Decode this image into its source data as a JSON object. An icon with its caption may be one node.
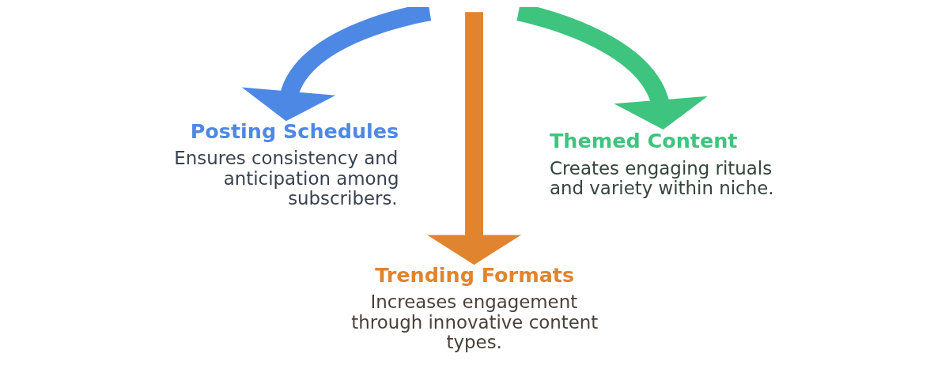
{
  "diagram": {
    "nodes": [
      {
        "text": [
          "Posting Schedules",
          "Ensures consistency and anticipation among subscribers."
        ]
      },
      {
        "text": [
          "Themed Content",
          "Creates engaging rituals and variety within niche."
        ]
      },
      {
        "text": [
          "Trending Formats",
          "Increases engagement through innovative content types."
        ]
      }
    ],
    "edges": [
      {
        "from": null,
        "to": 0,
        "arrow": "to",
        "color": "#4e88e5"
      },
      {
        "from": null,
        "to": 2,
        "arrow": "to",
        "color": "#e0842f"
      },
      {
        "from": null,
        "to": 1,
        "arrow": "to",
        "color": "#3ec47e"
      }
    ]
  }
}
